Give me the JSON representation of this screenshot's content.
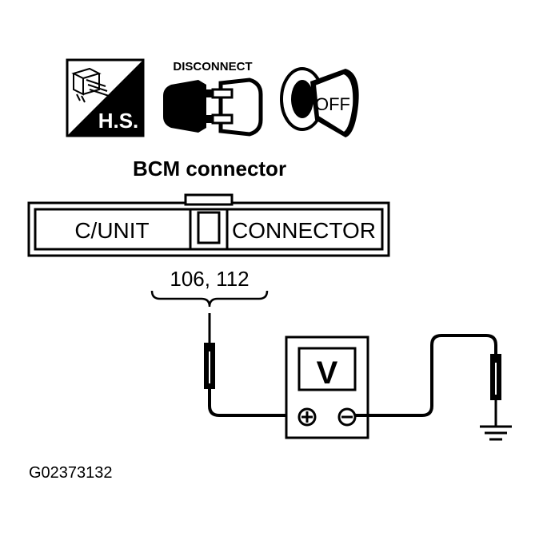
{
  "icons": {
    "harness": {
      "icon": "wiring-harness-icon",
      "label": "H.S."
    },
    "disconnect": {
      "icon": "disconnect-connector-icon",
      "label": "DISCONNECT"
    },
    "ignition": {
      "icon": "ignition-key-icon",
      "label": "OFF"
    }
  },
  "connector": {
    "title": "BCM connector",
    "left_label": "C/UNIT",
    "right_label": "CONNECTOR",
    "terminals": "106, 112"
  },
  "meter": {
    "icon": "voltmeter-icon",
    "label": "V",
    "positive_terminal": "⊕",
    "negative_terminal": "⊖"
  },
  "ground": {
    "icon": "ground-icon"
  },
  "figure_id": "G02373132",
  "colors": {
    "ink": "#000000",
    "paper": "#ffffff"
  }
}
